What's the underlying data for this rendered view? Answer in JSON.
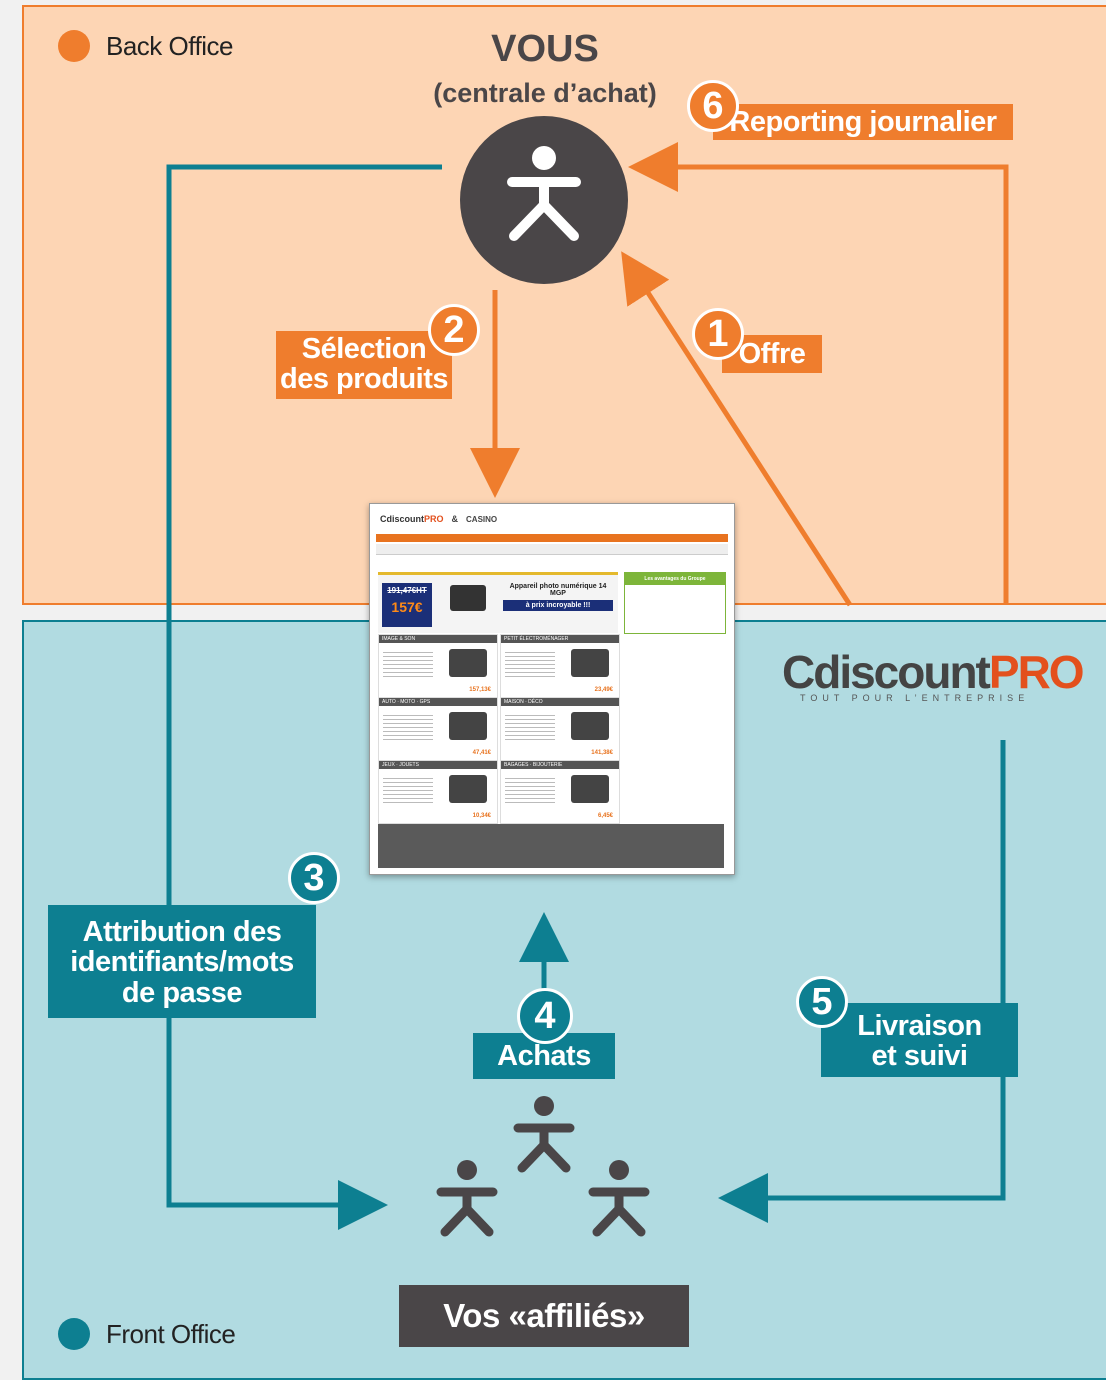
{
  "legend": {
    "back_office": "Back Office",
    "front_office": "Front Office"
  },
  "center": {
    "title": "VOUS",
    "subtitle": "(centrale d’achat)"
  },
  "steps": {
    "s1": {
      "num": "1",
      "label": "Offre"
    },
    "s2": {
      "num": "2",
      "label_line1": "Sélection",
      "label_line2": "des produits"
    },
    "s3": {
      "num": "3",
      "label_line1": "Attribution des",
      "label_line2": "identifiants/mots",
      "label_line3": "de passe"
    },
    "s4": {
      "num": "4",
      "label": "Achats"
    },
    "s5": {
      "num": "5",
      "label_line1": "Livraison",
      "label_line2": "et suivi"
    },
    "s6": {
      "num": "6",
      "label": "Reporting journalier"
    }
  },
  "affiliates_label": "Vos «affiliés»",
  "brand": {
    "name_main": "Cdiscount",
    "name_accent": "PRO",
    "tagline": "TOUT POUR L’ENTREPRISE"
  },
  "website_mockup": {
    "logo_main": "Cdiscount",
    "logo_accent": "PRO",
    "partner": "CASINO",
    "promo_title": "Appareil photo numérique 14 MGP",
    "promo_badge": "à prix incroyable !!!",
    "price_old": "191,47€HT",
    "price_new": "157€",
    "side_title": "Les avantages du Groupe",
    "categories": [
      {
        "title": "IMAGE & SON",
        "price": "157,13€"
      },
      {
        "title": "PETIT ÉLECTROMÉNAGER",
        "price": "23,49€"
      },
      {
        "title": "AUTO · MOTO · GPS",
        "price": "47,41€"
      },
      {
        "title": "MAISON · DÉCO",
        "price": "141,38€"
      },
      {
        "title": "JEUX · JOUETS",
        "price": "10,34€"
      },
      {
        "title": "BAGAGES · BIJOUTERIE",
        "price": "6,45€"
      }
    ]
  },
  "colors": {
    "orange": "#ef7d2d",
    "teal": "#0d7f91",
    "back_bg": "#fdd5b4",
    "front_bg": "#b1dbe1",
    "figure": "#4a4648"
  }
}
